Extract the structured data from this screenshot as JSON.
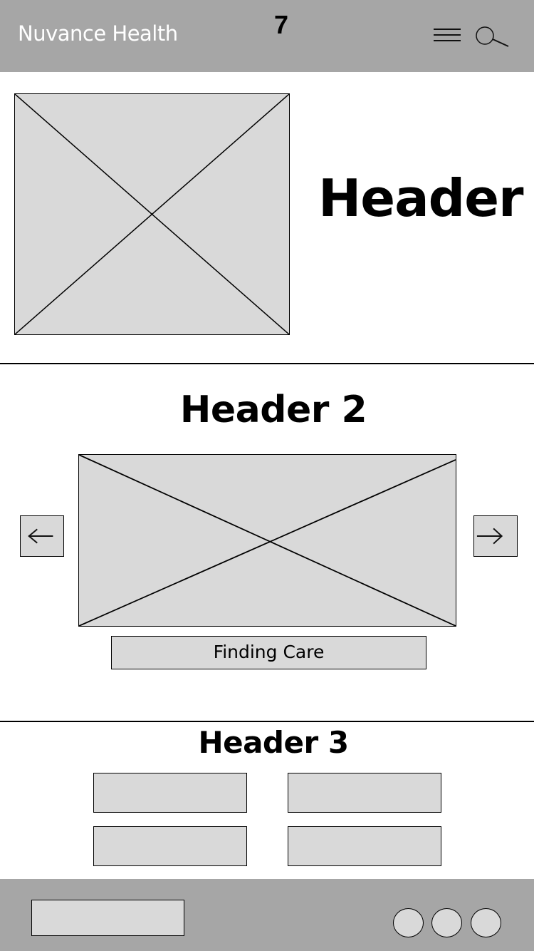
{
  "topbar": {
    "brand": "Nuvance Health",
    "page_number": "7",
    "icons": {
      "menu": "hamburger-menu-icon",
      "search": "magnifier-search-icon"
    },
    "background": "#a6a6a6"
  },
  "hero": {
    "image_placeholder": "image-placeholder",
    "title": "Header"
  },
  "section2": {
    "title": "Header 2",
    "carousel": {
      "image_placeholder": "image-placeholder",
      "prev_icon": "arrow-left-icon",
      "next_icon": "arrow-right-icon"
    },
    "cta_label": "Finding Care"
  },
  "section3": {
    "title": "Header 3",
    "tiles": [
      {
        "label": ""
      },
      {
        "label": ""
      },
      {
        "label": ""
      },
      {
        "label": ""
      }
    ]
  },
  "footer": {
    "box_label": "",
    "social_icons": [
      "circle-icon",
      "circle-icon",
      "circle-icon"
    ],
    "background": "#a6a6a6"
  },
  "colors": {
    "placeholder_fill": "#d9d9d9",
    "bar_gray": "#a6a6a6",
    "stroke": "#000000",
    "brand_text": "#ffffff"
  }
}
